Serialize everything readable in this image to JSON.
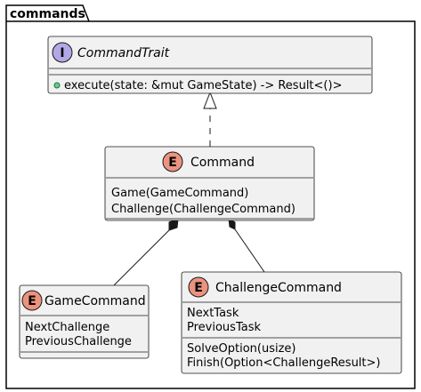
{
  "package": {
    "name": "commands"
  },
  "interface": {
    "stereotype_letter": "I",
    "name": "CommandTrait",
    "methods": [
      {
        "visibility": "public",
        "signature": "execute(state: &mut GameState) -> Result<()>"
      }
    ]
  },
  "enums": {
    "command": {
      "stereotype_letter": "E",
      "name": "Command",
      "values": [
        "Game(GameCommand)",
        "Challenge(ChallengeCommand)"
      ]
    },
    "game_command": {
      "stereotype_letter": "E",
      "name": "GameCommand",
      "values": [
        "NextChallenge",
        "PreviousChallenge"
      ]
    },
    "challenge_command": {
      "stereotype_letter": "E",
      "name": "ChallengeCommand",
      "values": [
        "NextTask",
        "PreviousTask"
      ],
      "methods": [
        "SolveOption(usize)",
        "Finish(Option<ChallengeResult>)"
      ]
    }
  },
  "relations": [
    {
      "from": "Command",
      "to": "CommandTrait",
      "kind": "realization"
    },
    {
      "from": "Command",
      "to": "GameCommand",
      "kind": "composition"
    },
    {
      "from": "Command",
      "to": "ChallengeCommand",
      "kind": "composition"
    }
  ],
  "colors": {
    "box_fill": "#f1f1f1",
    "box_stroke": "#181818",
    "interface_badge": "#b4a7e5",
    "enum_badge": "#eb937f",
    "method_dot": "#84be84",
    "text": "#000000"
  }
}
